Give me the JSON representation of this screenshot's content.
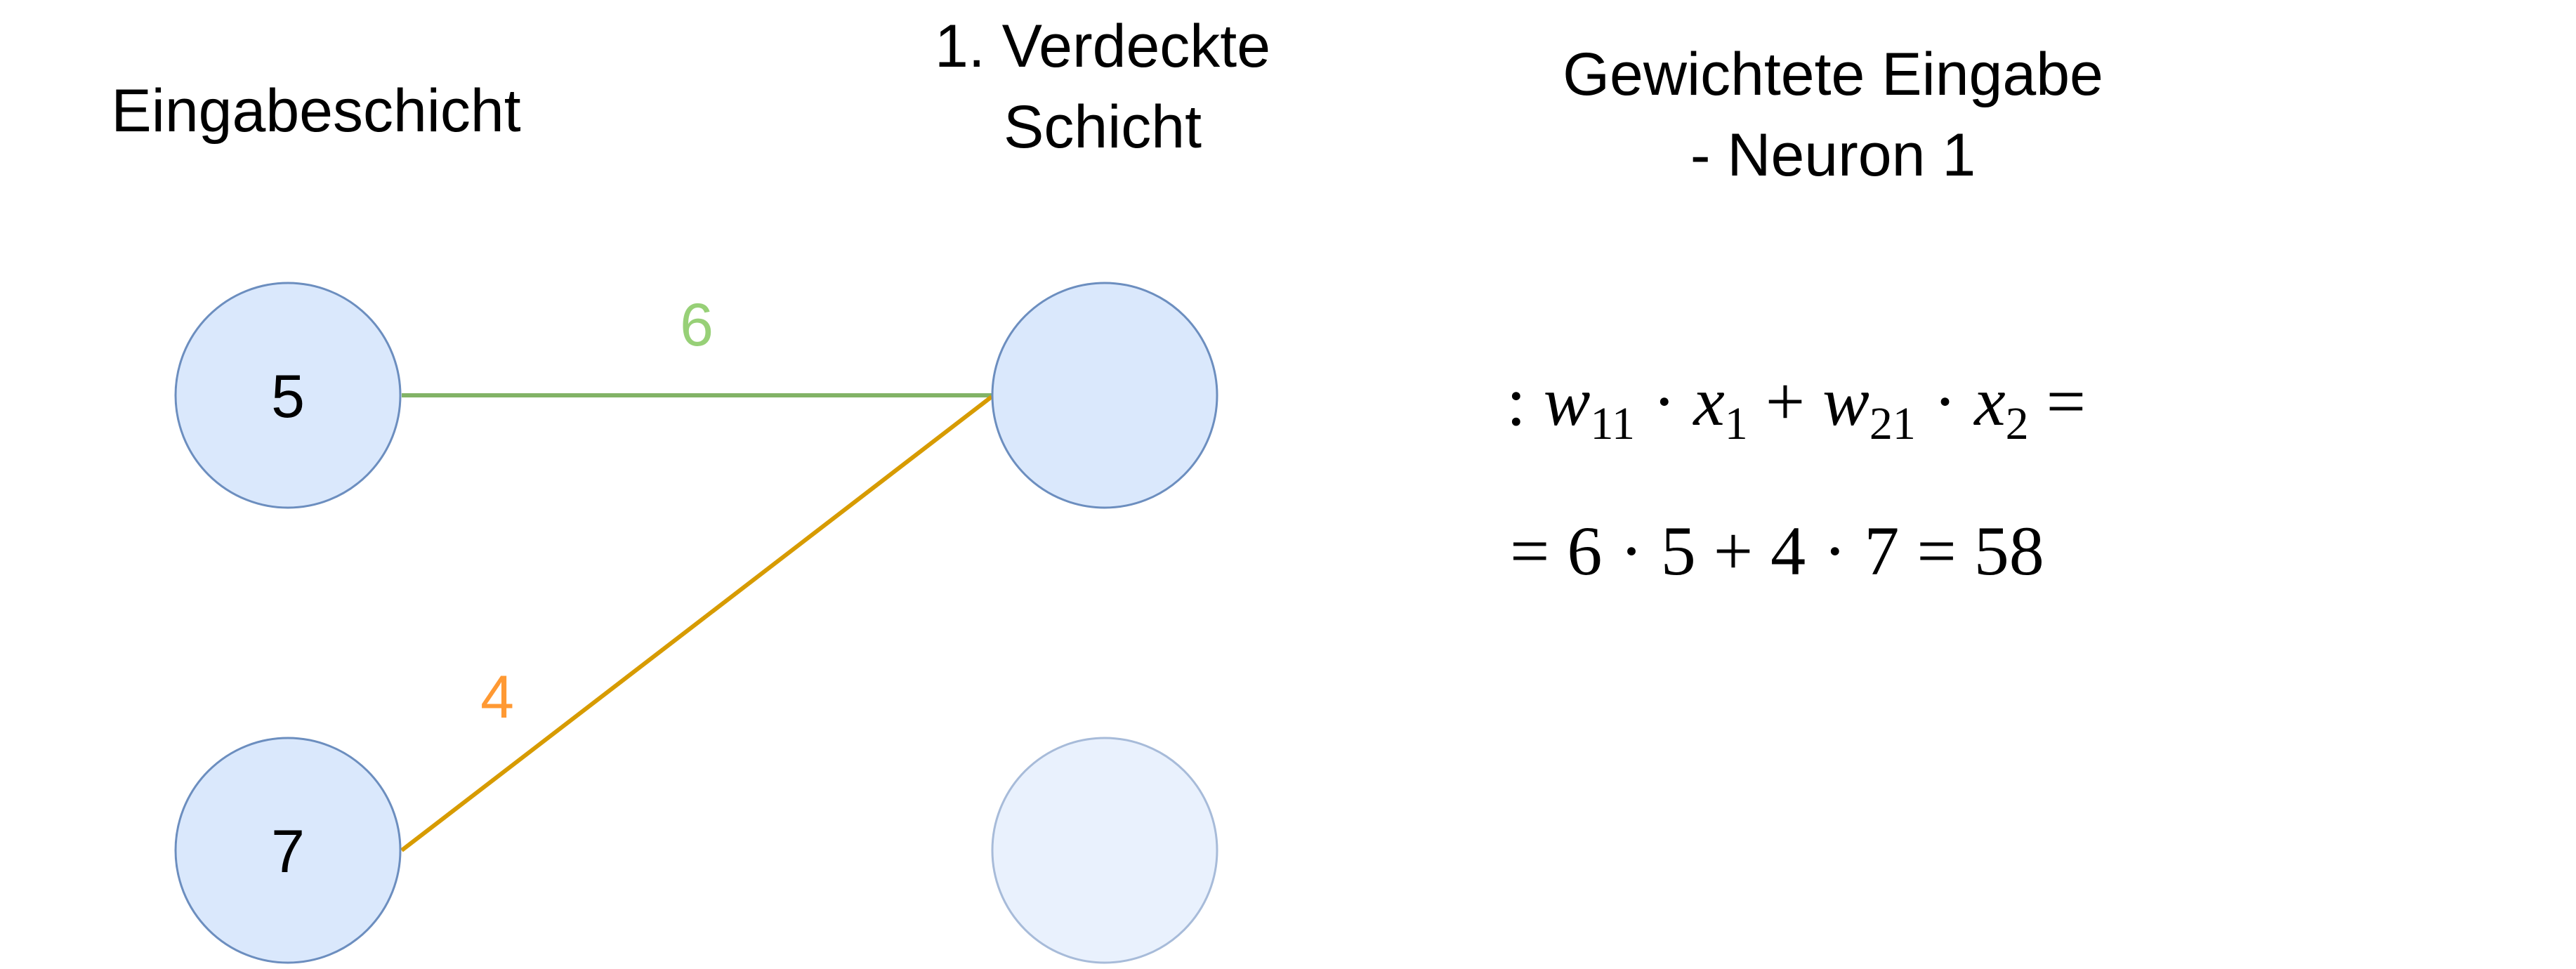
{
  "headings": {
    "input_layer": "Eingabeschicht",
    "hidden_layer_line1": "1. Verdeckte",
    "hidden_layer_line2": "Schicht",
    "weighted_input_line1": "Gewichtete Eingabe",
    "weighted_input_line2": "- Neuron 1"
  },
  "input_neurons": [
    {
      "value": "5"
    },
    {
      "value": "7"
    }
  ],
  "hidden_neurons": [
    {
      "value": "",
      "state": "active"
    },
    {
      "value": "",
      "state": "faded"
    }
  ],
  "connections": [
    {
      "weight": "6",
      "from": "input-1",
      "to": "hidden-1",
      "line_color": "#82b366",
      "label_color": "#97d077"
    },
    {
      "weight": "4",
      "from": "input-2",
      "to": "hidden-1",
      "line_color": "#d79b00",
      "label_color": "#ff9933"
    }
  ],
  "formula": {
    "w11": "w",
    "w11_sub": "11",
    "x1": "x",
    "x1_sub": "1",
    "w21": "w",
    "w21_sub": "21",
    "x2": "x",
    "x2_sub": "2",
    "line2": "= 6 · 5 + 4 · 7 = 58"
  },
  "colors": {
    "neuron_fill": "#dae8fc",
    "neuron_stroke": "#6c8ebf",
    "neuron_faded_fill": "#e9f1fd",
    "neuron_faded_stroke": "#a7bbd9",
    "text": "#000000"
  }
}
